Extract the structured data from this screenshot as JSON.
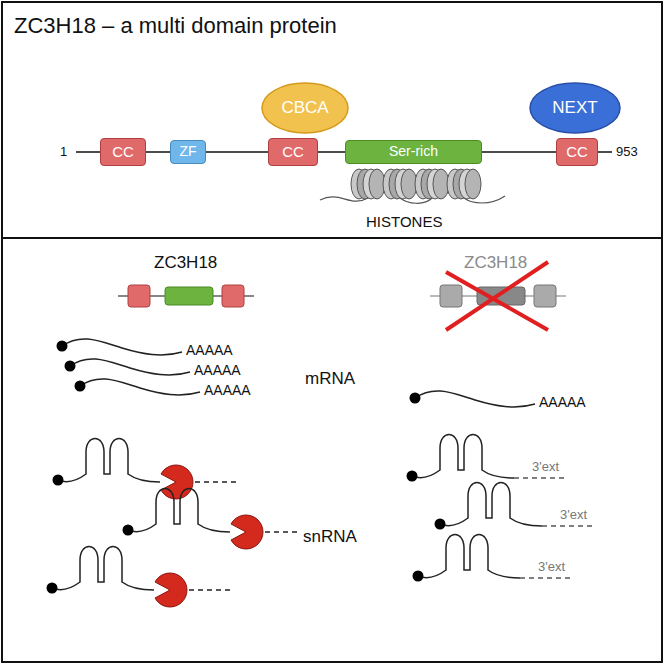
{
  "diagram": {
    "title": "ZC3H18 – a multi domain protein",
    "nodes": [
      {
        "text": [
          "CBCA"
        ]
      },
      {
        "text": [
          "NEXT"
        ]
      },
      {
        "text": [
          "CC"
        ]
      },
      {
        "text": [
          "ZF"
        ]
      },
      {
        "text": [
          "CC"
        ]
      },
      {
        "text": [
          "Ser-rich"
        ]
      },
      {
        "text": [
          "CC"
        ]
      }
    ],
    "labels": [
      "1",
      "953",
      "HISTONES",
      "ZC3H18",
      "ZC3H18",
      "AAAAA",
      "AAAAA",
      "AAAAA",
      "mRNA",
      "AAAAA",
      "snRNA",
      "3'ext",
      "3'ext",
      "3'ext"
    ]
  }
}
